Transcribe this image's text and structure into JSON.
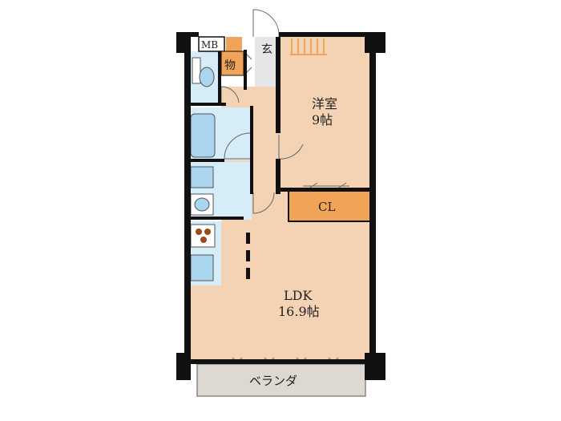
{
  "floorplan": {
    "rooms": {
      "western_room": {
        "name": "洋室",
        "size": "9帖"
      },
      "ldk": {
        "name": "LDK",
        "size": "16.9帖"
      },
      "closet": {
        "name": "CL"
      },
      "balcony": {
        "name": "ベランダ"
      },
      "meter_box": {
        "name": "MB"
      },
      "storage": {
        "name": "物"
      },
      "entrance": {
        "name": "玄"
      }
    },
    "colors": {
      "wall": "#111111",
      "floor": "#f4d3b5",
      "wet_area": "#d6ecf7",
      "fixture": "#a9d6ee",
      "storage": "#f1a457",
      "balcony": "#ddd8d2",
      "hall": "#f4d3b5"
    }
  }
}
